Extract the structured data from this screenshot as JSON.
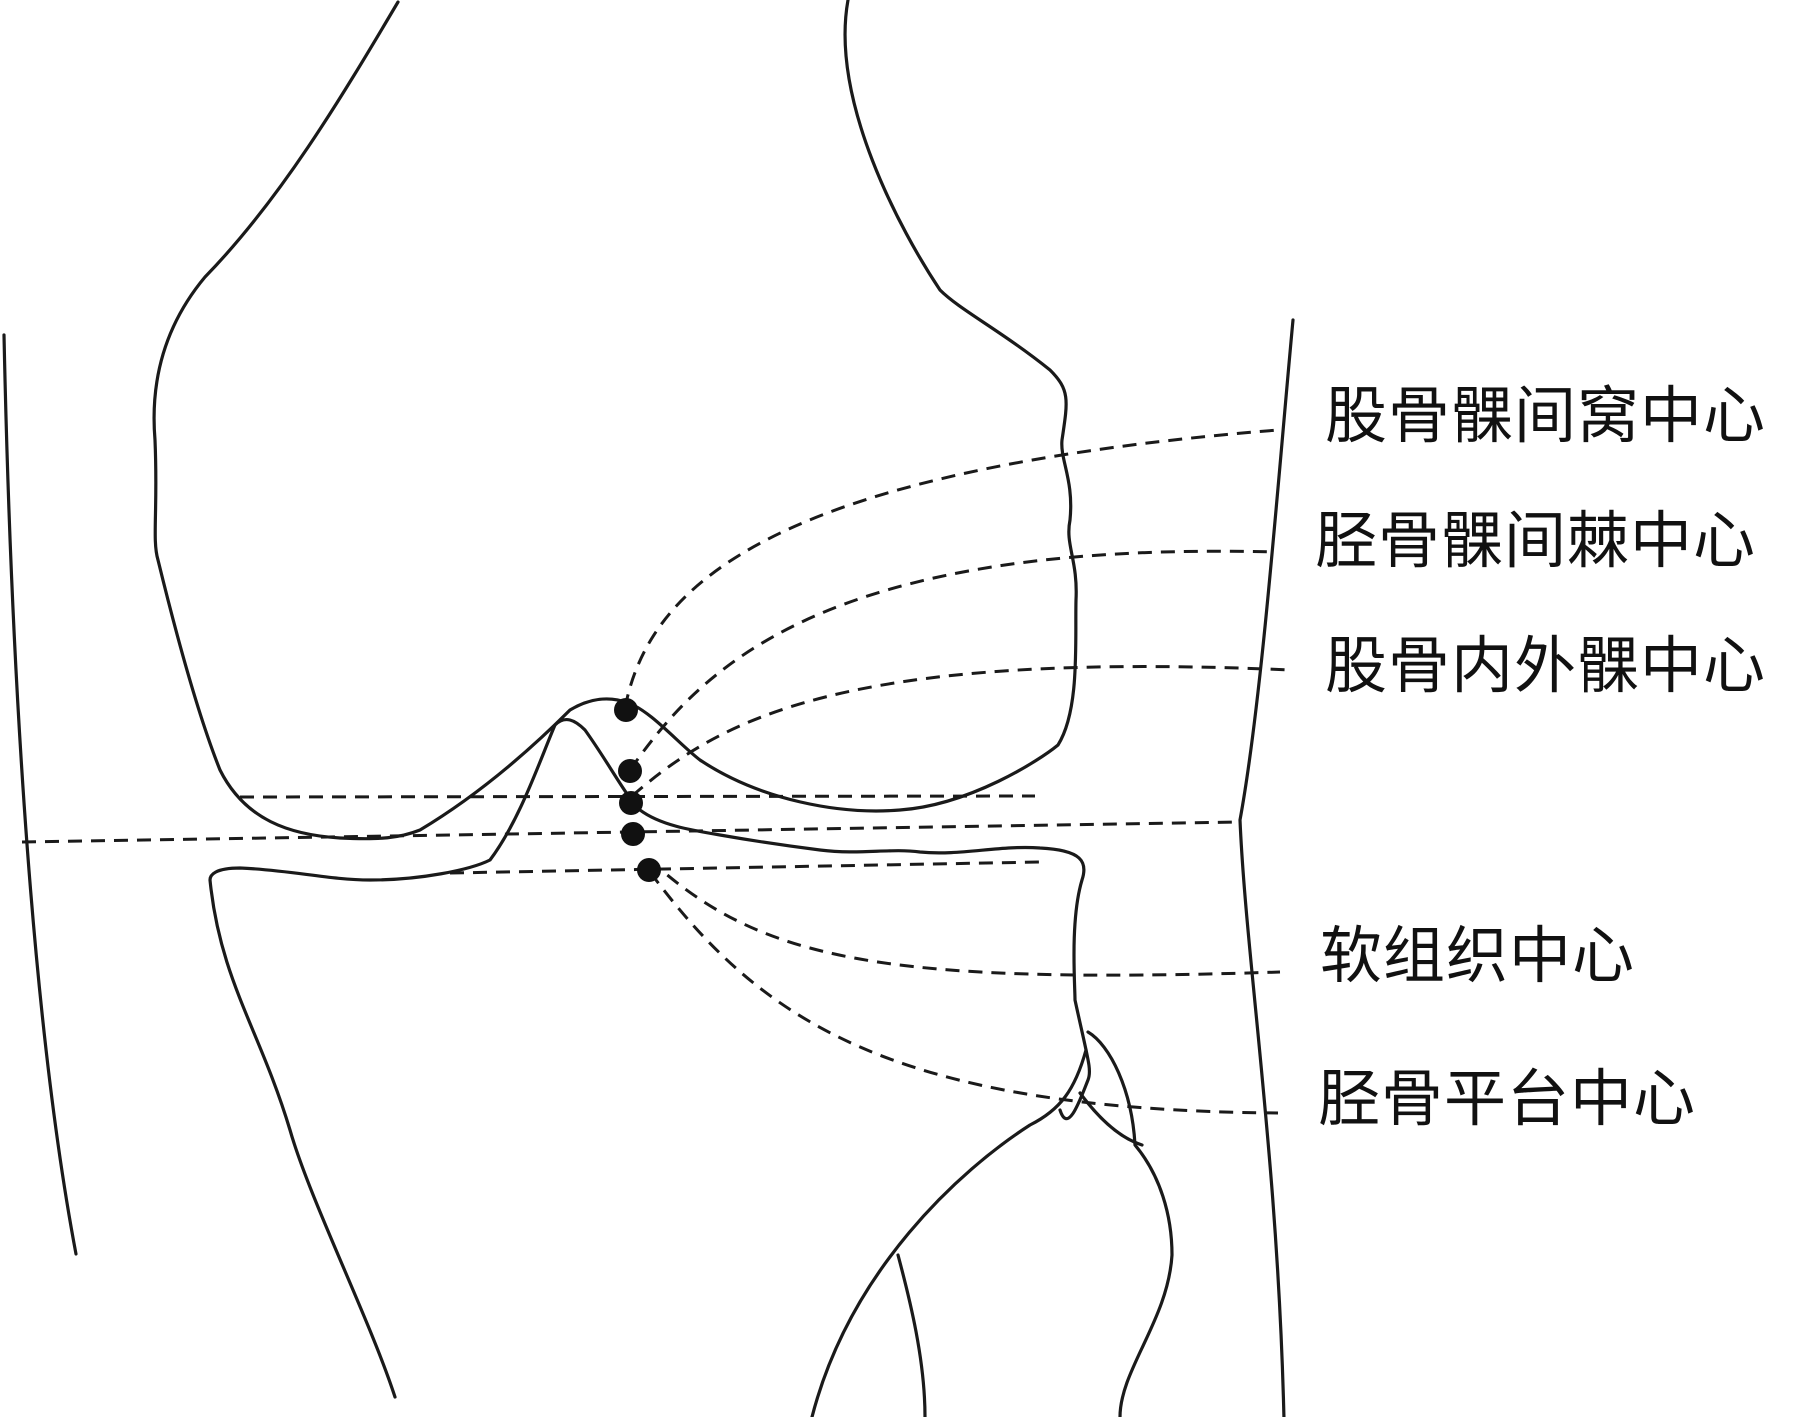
{
  "labels": {
    "femoral_intercondylar_notch_center": "股骨髁间窝中心",
    "tibial_intercondylar_spine_center": "胫骨髁间棘中心",
    "femoral_condyles_center": "股骨内外髁中心",
    "soft_tissue_center": "软组织中心",
    "tibial_plateau_center": "胫骨平台中心"
  },
  "colors": {
    "ink": "#111111",
    "background": "#ffffff"
  }
}
